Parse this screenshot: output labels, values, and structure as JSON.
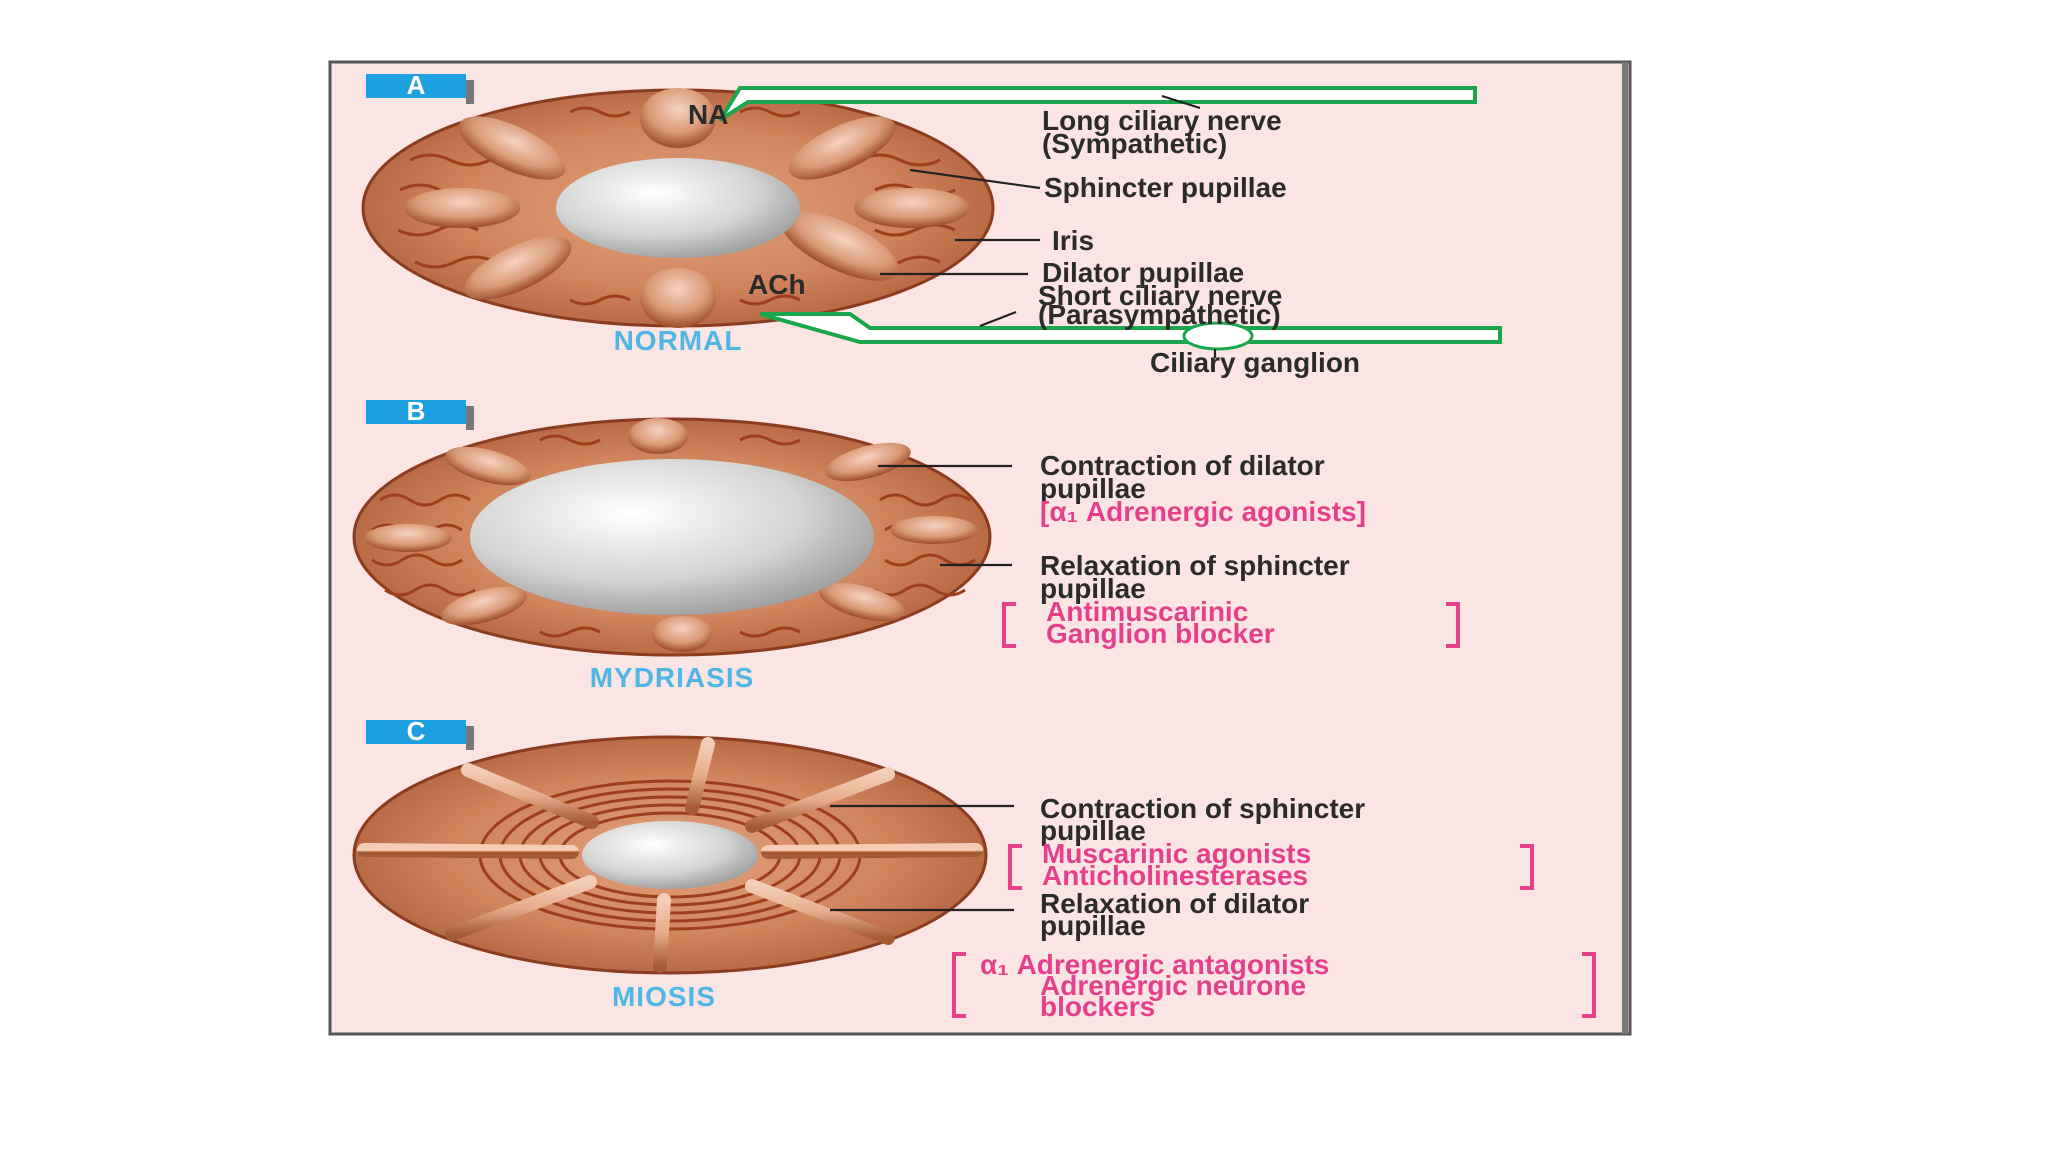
{
  "panels": {
    "A": {
      "tag": "A",
      "caption": "NORMAL",
      "na": "NA",
      "ach": "ACh",
      "long_nerve_1": "Long ciliary nerve",
      "long_nerve_2": "(Sympathetic)",
      "sphincter": "Sphincter pupillae",
      "iris": "Iris",
      "dilator": "Dilator pupillae",
      "short_nerve_1": "Short ciliary nerve",
      "short_nerve_2": "(Parasympathetic)",
      "ganglion": "Ciliary ganglion"
    },
    "B": {
      "tag": "B",
      "caption": "MYDRIASIS",
      "line1_a": "Contraction of dilator",
      "line1_b": "pupillae",
      "drug1": "[α₁ Adrenergic agonists]",
      "line2_a": "Relaxation of sphincter",
      "line2_b": "pupillae",
      "drug2_a": "Antimuscarinic",
      "drug2_b": "Ganglion blocker"
    },
    "C": {
      "tag": "C",
      "caption": "MIOSIS",
      "line1_a": "Contraction of sphincter",
      "line1_b": "pupillae",
      "drug1_a": "Muscarinic agonists",
      "drug1_b": "Anticholinesterases",
      "line2_a": "Relaxation of dilator",
      "line2_b": "pupillae",
      "drug2_a": "α₁ Adrenergic antagonists",
      "drug2_b": "Adrenergic neurone",
      "drug2_c": "blockers"
    }
  },
  "colors": {
    "panel_bg": "#fbe4e4",
    "iris": "#cf845c",
    "iris_dark": "#8a3c1e",
    "pupil": "#d9d9d9",
    "nerve": "#1aa64a",
    "label_text": "#2b2b2b",
    "drug_text": "#e6408a",
    "caption": "#4fb7e3",
    "tag_bg": "#1e9fe0"
  }
}
